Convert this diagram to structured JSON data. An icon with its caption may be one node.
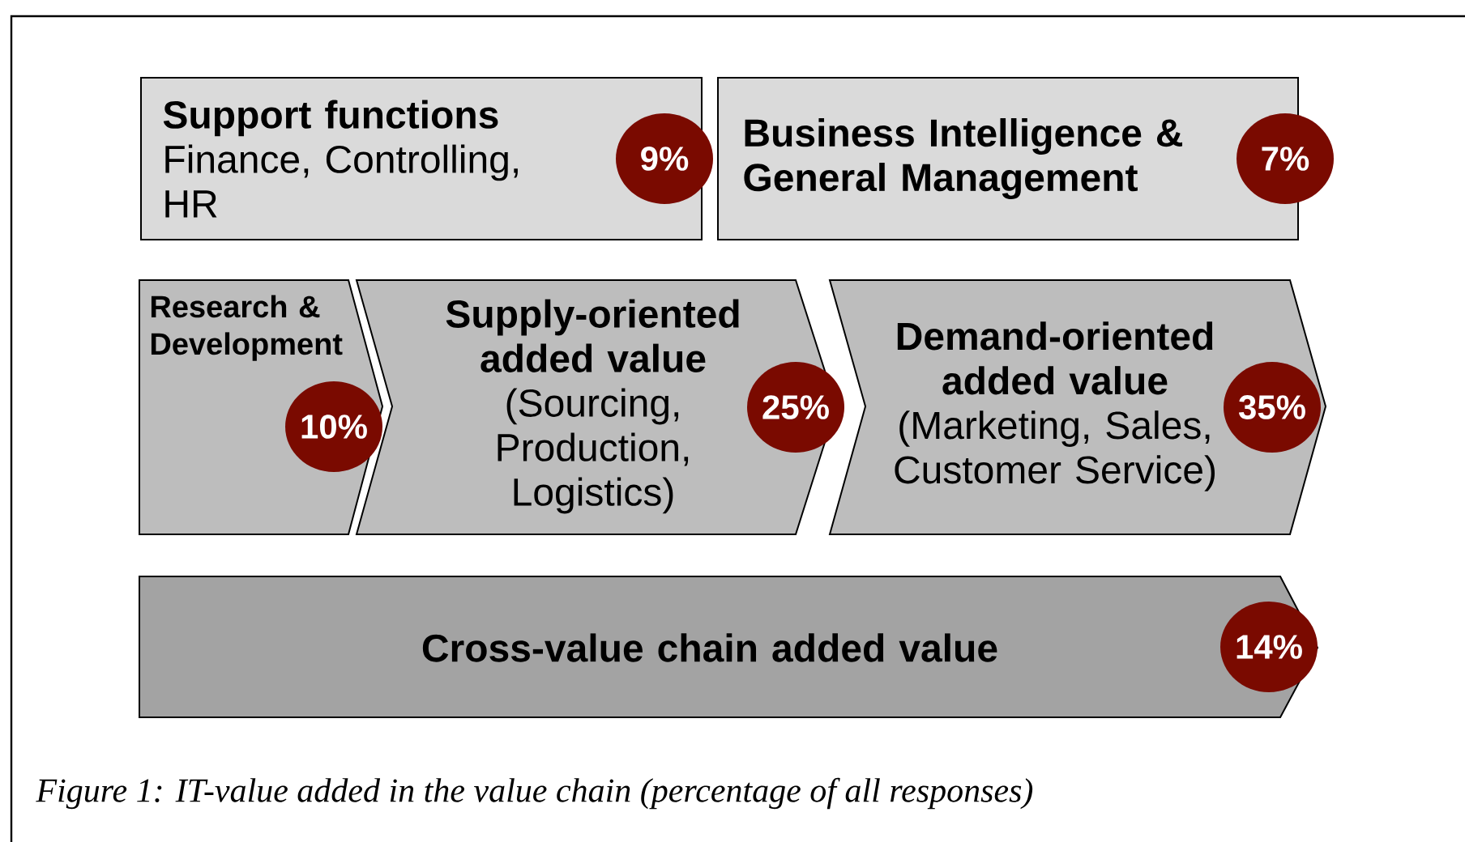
{
  "diagram": {
    "caption": "Figure 1: IT-value added in the value chain (percentage of all responses)",
    "nodes": [
      {
        "text": [
          "Support functions",
          "Finance, Controlling, HR"
        ]
      },
      {
        "text": [
          "9%"
        ]
      },
      {
        "text": [
          "Business Intelligence & General Management"
        ]
      },
      {
        "text": [
          "7%"
        ]
      },
      {
        "text": [
          "Research & Development"
        ]
      },
      {
        "text": [
          "10%"
        ],
        "in": 4
      },
      {
        "text": [
          "Supply-oriented added value",
          "(Sourcing, Production, Logistics)"
        ]
      },
      {
        "text": [
          "25%"
        ]
      },
      {
        "text": [
          "Demand-oriented added value",
          "(Marketing, Sales, Customer Service)"
        ]
      },
      {
        "text": [
          "35%"
        ],
        "in": 8
      },
      {
        "text": [
          "Cross-value chain added value"
        ]
      },
      {
        "text": [
          "14%"
        ],
        "in": 10
      }
    ]
  }
}
